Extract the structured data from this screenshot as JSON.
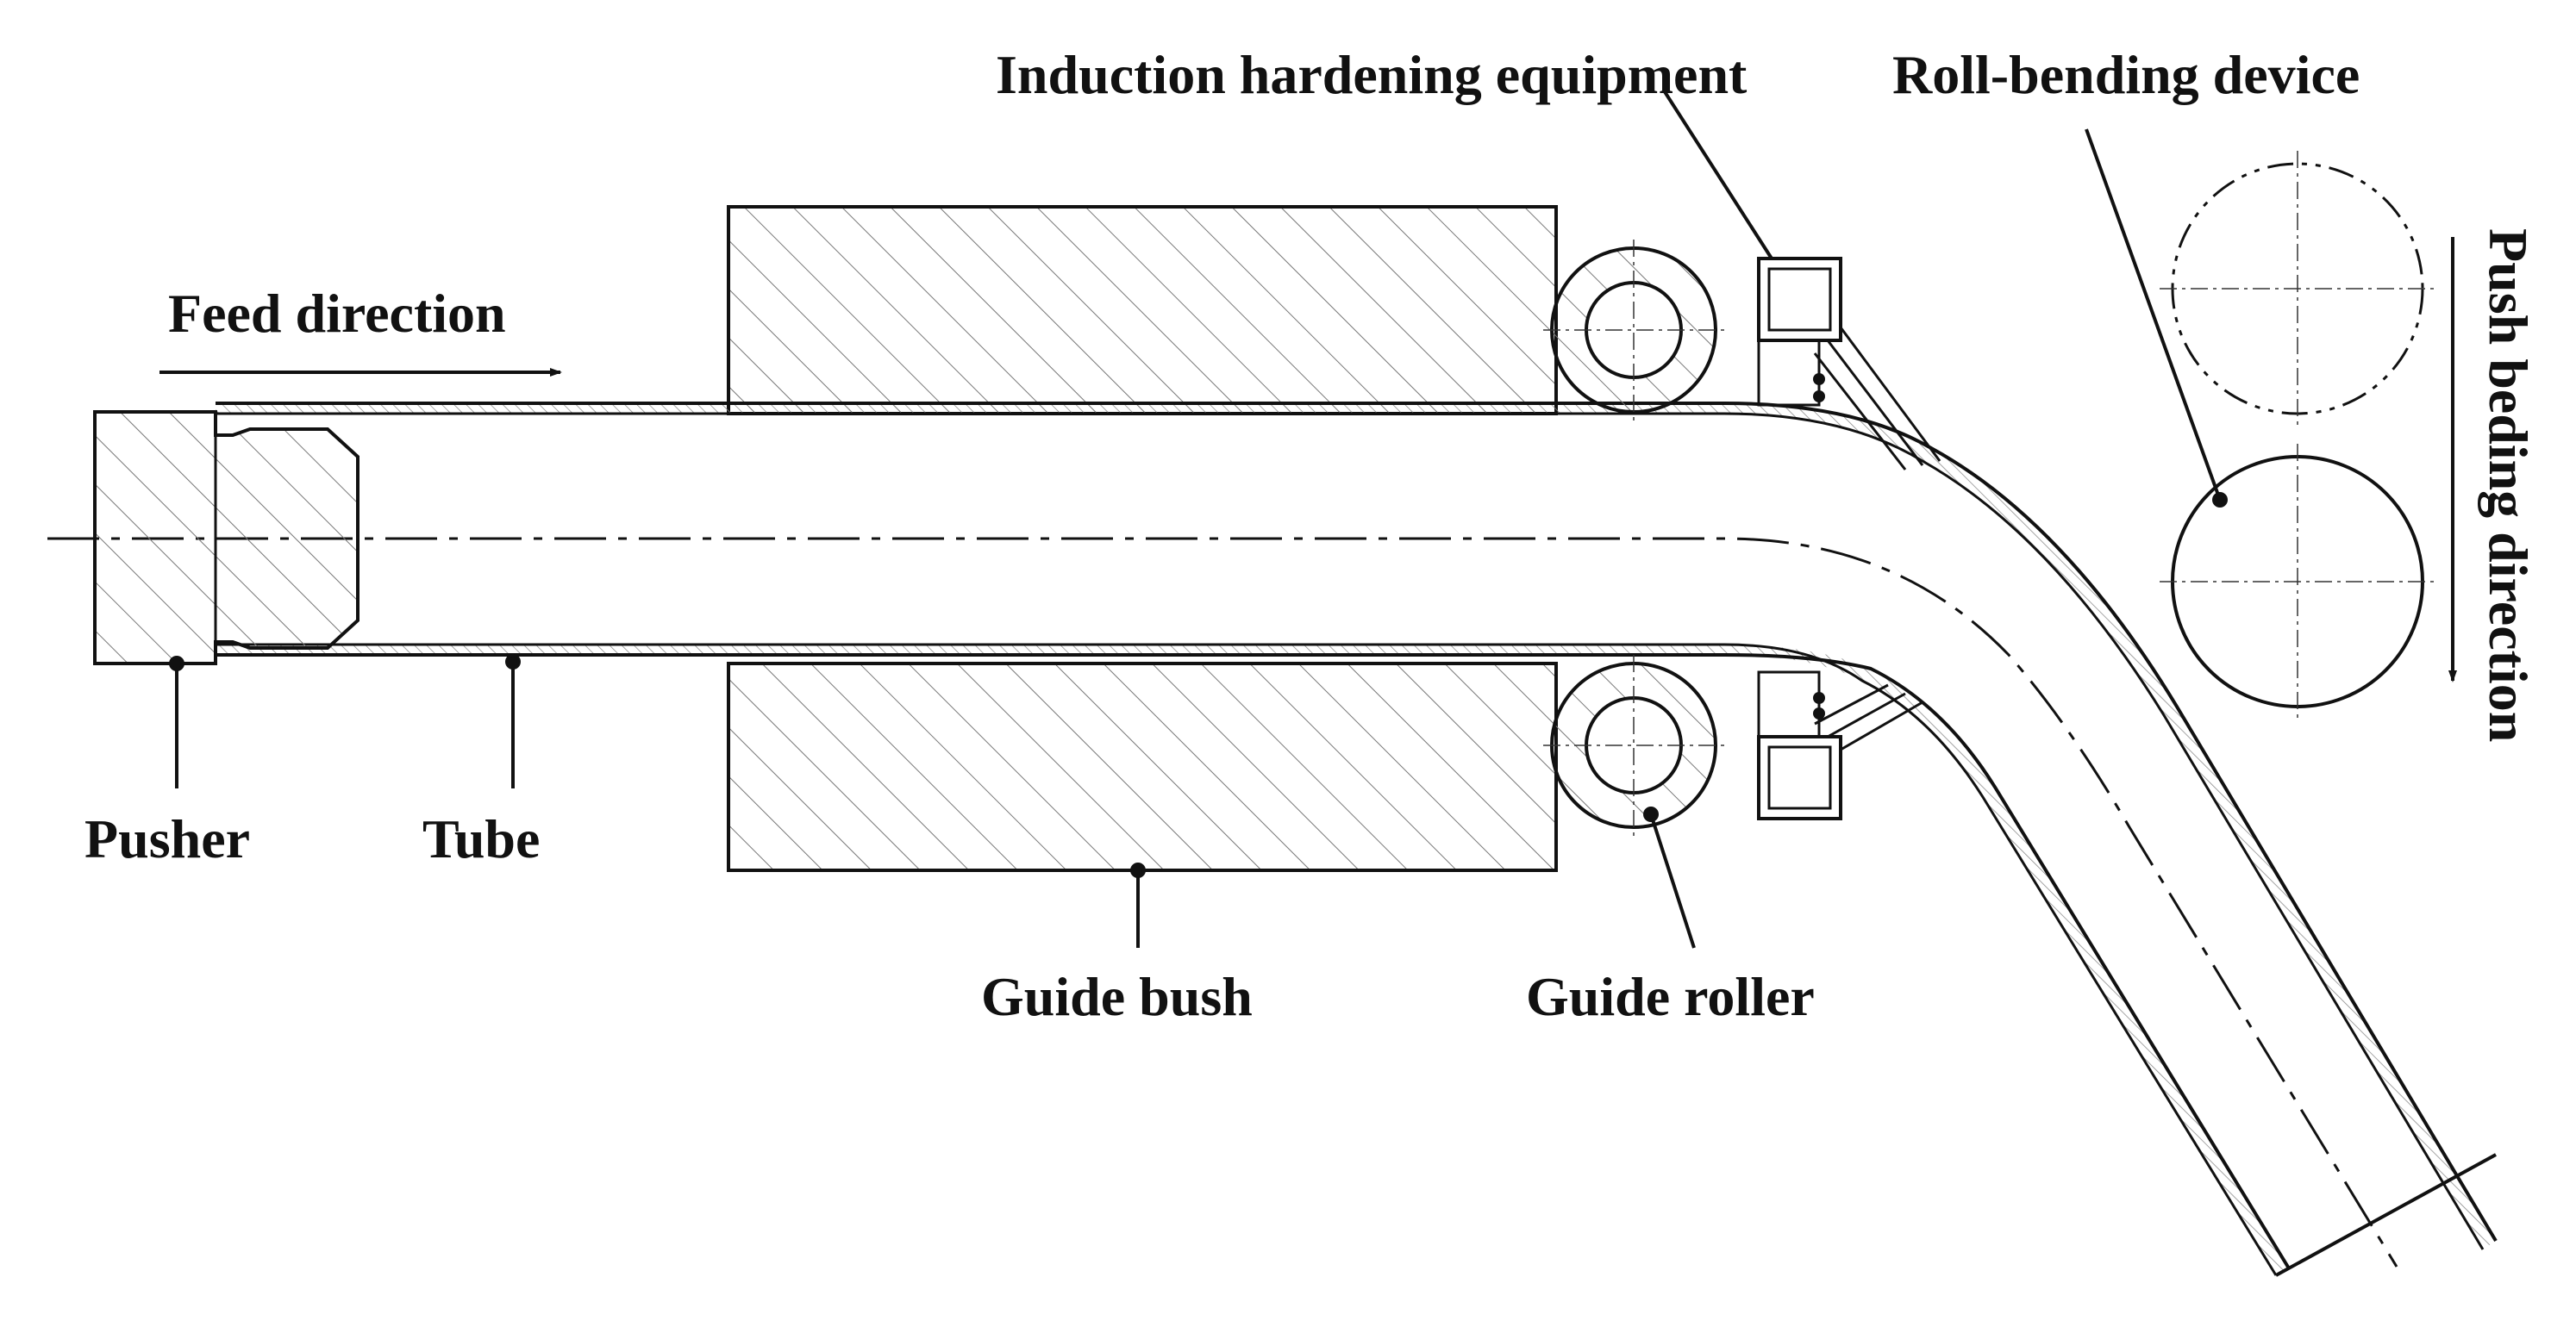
{
  "labels": {
    "induction_hardening": "Induction hardening equipment",
    "roll_bending": "Roll-bending device",
    "feed_direction": "Feed direction",
    "push_bending_direction": "Push beding direction",
    "pusher": "Pusher",
    "tube": "Tube",
    "guide_bush": "Guide bush",
    "guide_roller": "Guide roller"
  },
  "colors": {
    "line": "#111111",
    "hatch": "#666666",
    "background": "#ffffff"
  }
}
